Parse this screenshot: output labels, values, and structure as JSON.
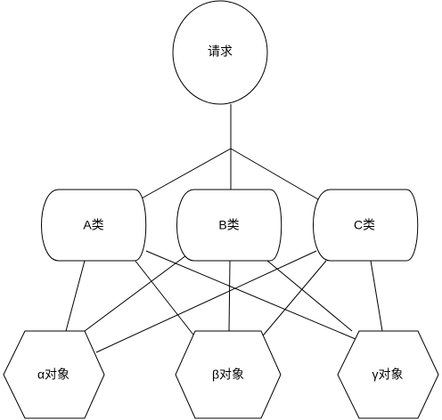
{
  "nodes": {
    "request": "请求",
    "class_a": "A类",
    "class_b": "B类",
    "class_c": "C类",
    "obj_alpha": "α对象",
    "obj_beta": "β对象",
    "obj_gamma": "γ对象"
  },
  "edges": [
    [
      "request",
      "junction"
    ],
    [
      "junction",
      "class_a"
    ],
    [
      "junction",
      "class_b"
    ],
    [
      "junction",
      "class_c"
    ],
    [
      "class_a",
      "obj_alpha"
    ],
    [
      "class_a",
      "obj_beta"
    ],
    [
      "class_a",
      "obj_gamma"
    ],
    [
      "class_b",
      "obj_alpha"
    ],
    [
      "class_b",
      "obj_beta"
    ],
    [
      "class_b",
      "obj_gamma"
    ],
    [
      "class_c",
      "obj_alpha"
    ],
    [
      "class_c",
      "obj_beta"
    ],
    [
      "class_c",
      "obj_gamma"
    ]
  ],
  "colors": {
    "stroke": "#000000",
    "fill": "#ffffff"
  }
}
